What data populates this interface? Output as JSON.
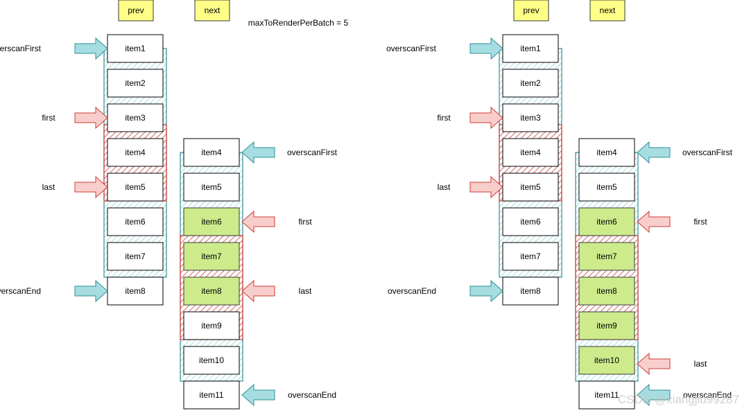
{
  "header": {
    "left_prev": "prev",
    "left_next": "next",
    "right_prev": "prev",
    "right_next": "next",
    "batch_note": "maxToRenderPerBatch = 5"
  },
  "left": {
    "prev_items": [
      "item1",
      "item2",
      "item3",
      "item4",
      "item5",
      "item6",
      "item7",
      "item8"
    ],
    "next_items": [
      "item4",
      "item5",
      "item6",
      "item7",
      "item8",
      "item9",
      "item10",
      "item11"
    ],
    "next_highlighted": [
      false,
      false,
      true,
      true,
      true,
      false,
      false,
      false
    ],
    "prev_labels": {
      "overscanFirst": "overscanFirst",
      "first": "first",
      "last": "last",
      "overscanEnd": "overscanEnd"
    },
    "next_labels": {
      "overscanFirst": "overscanFirst",
      "first": "first",
      "last": "last",
      "overscanEnd": "overscanEnd"
    }
  },
  "right": {
    "prev_items": [
      "item1",
      "item2",
      "item3",
      "item4",
      "item5",
      "item6",
      "item7",
      "item8"
    ],
    "next_items": [
      "item4",
      "item5",
      "item6",
      "item7",
      "item8",
      "item9",
      "item10",
      "item11"
    ],
    "next_highlighted": [
      false,
      false,
      true,
      true,
      true,
      true,
      true,
      false
    ],
    "prev_labels": {
      "overscanFirst": "overscanFirst",
      "first": "first",
      "last": "last",
      "overscanEnd": "overscanEnd"
    },
    "next_labels": {
      "overscanFirst": "overscanFirst",
      "first": "first",
      "last": "last",
      "overscanEnd": "overscanEnd"
    }
  },
  "watermark": "CSDN @xiangjiu99287",
  "colors": {
    "header_fill": "#ffff88",
    "highlight_fill": "#cdeb8b",
    "teal": "#a6dde0",
    "teal_stroke": "#2f8f97",
    "red": "#f8cecc",
    "red_stroke": "#d03a34"
  }
}
